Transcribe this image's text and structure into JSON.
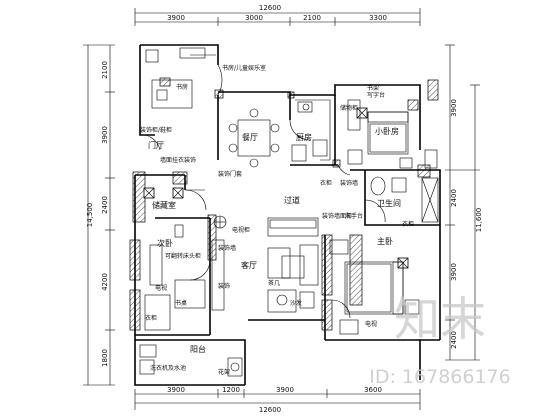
{
  "dimensions": {
    "top_total": "12600",
    "top_segments": [
      "3900",
      "3000",
      "2100",
      "3300"
    ],
    "bottom_total": "12600",
    "bottom_segments": [
      "3900",
      "1200",
      "3900",
      "3600"
    ],
    "left_total": "14,500",
    "left_segments": [
      "2100",
      "3900",
      "2400",
      "4200",
      "1800"
    ],
    "right_total": "11,600",
    "right_segments": [
      "3900",
      "2400",
      "3900",
      "2400"
    ]
  },
  "rooms": {
    "study_label": "书房",
    "study_kids": "书房/儿童娱乐室",
    "dining": "餐厅",
    "kitchen": "厨房",
    "small_bedroom": "小卧房",
    "foyer": "门厅",
    "storage": "储藏室",
    "corridor": "过道",
    "guest_bathroom": "卫生间",
    "second_bedroom": "次卧",
    "living_room": "客厅",
    "master_bedroom": "主卧",
    "balcony": "阳台"
  },
  "annotations": {
    "bookshelf_top": "书架",
    "sofa_reading": "装饰柜/鞋柜",
    "shoe_cabinet": "墙面挂衣装饰",
    "entrance_door": "装饰门套",
    "cabinet": "衣柜",
    "tv_wall": "装饰墙",
    "wardrobe_small": "写字台",
    "tv_cabinet": "电视柜",
    "guest_desk": "可翻转床头柜",
    "master_wardrobe": "衣柜",
    "bathroom_mirror": "洗手台",
    "balcony_washer": "洗衣机及水池",
    "decor_wall": "装饰墙面柜",
    "study_desk": "书桌",
    "tv": "电视",
    "sofa": "沙发",
    "corner_cabinet": "装饰",
    "kids_cabinet": "储物柜",
    "living_decor": "装饰墙",
    "tea_table": "茶几",
    "balcony_plants": "花架",
    "wardrobe_second": "衣柜",
    "master_tv": "电视"
  },
  "watermark": {
    "logo_text": "知末",
    "id_text": "ID: 167866176"
  }
}
